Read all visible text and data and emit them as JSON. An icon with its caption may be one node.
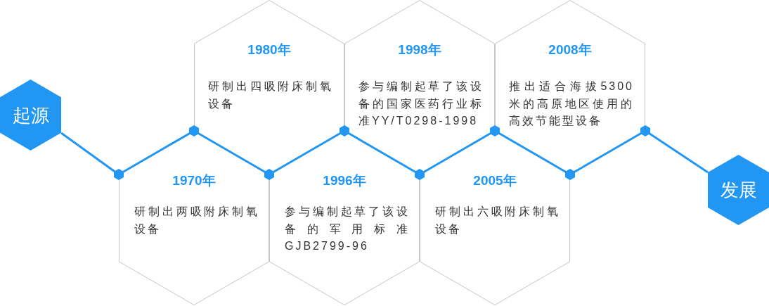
{
  "diagram": {
    "nodes": [
      {
        "text": [
          "起源"
        ]
      },
      {
        "text": [
          "1970年",
          "研制出两吸附床制氧设备"
        ]
      },
      {
        "text": [
          "1980年",
          "研制出四吸附床制氧设备"
        ]
      },
      {
        "text": [
          "1996年",
          "参与编制起草了该设备的军用标准GJB2799-96"
        ]
      },
      {
        "text": [
          "1998年",
          "参与编制起草了该设备的国家医药行业标准YY/T0298-1998"
        ]
      },
      {
        "text": [
          "2005年",
          "研制出六吸附床制氧设备"
        ]
      },
      {
        "text": [
          "2008年",
          "推出适合海拔5300米的高原地区使用的高效节能型设备"
        ]
      },
      {
        "text": [
          "发展"
        ]
      },
      {
        "text": [],
        "shape": "hexagon"
      },
      {
        "text": [],
        "shape": "hexagon"
      },
      {
        "text": [],
        "shape": "hexagon"
      },
      {
        "text": [],
        "shape": "hexagon"
      },
      {
        "text": [],
        "shape": "hexagon"
      },
      {
        "text": [],
        "shape": "hexagon"
      },
      {
        "text": [],
        "shape": "hexagon"
      },
      {
        "text": [],
        "shape": "hexagon"
      }
    ],
    "edges": [
      {
        "from": 0,
        "to": 8,
        "arrow": "none"
      },
      {
        "from": 8,
        "to": 9,
        "arrow": "none"
      },
      {
        "from": 9,
        "to": 10,
        "arrow": "none"
      },
      {
        "from": 10,
        "to": 11,
        "arrow": "none"
      },
      {
        "from": 11,
        "to": 12,
        "arrow": "none"
      },
      {
        "from": 12,
        "to": 13,
        "arrow": "none"
      },
      {
        "from": 13,
        "to": 14,
        "arrow": "none"
      },
      {
        "from": 14,
        "to": 15,
        "arrow": "none"
      },
      {
        "from": 15,
        "to": 7,
        "arrow": "none"
      }
    ]
  }
}
